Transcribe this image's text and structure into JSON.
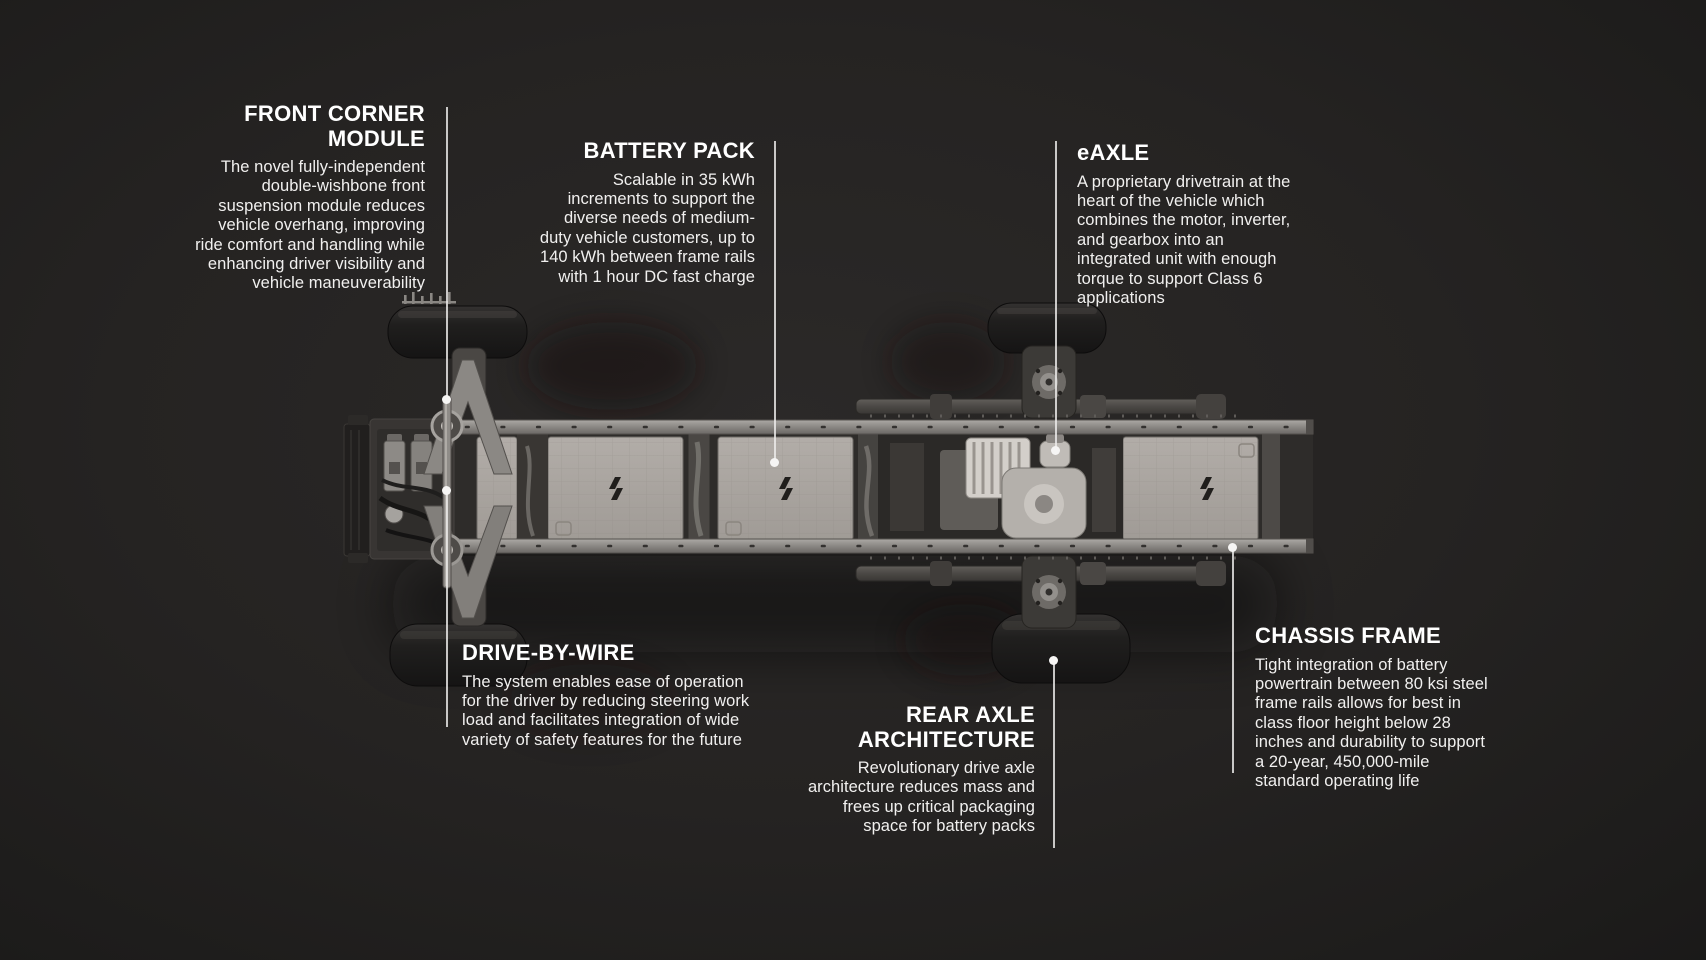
{
  "colors": {
    "background": "#242221",
    "heading_text": "#ffffff",
    "body_text": "#f1f0ef",
    "leader_line": "#eeedec",
    "frame_gray": "#8e8b87",
    "battery_pack_gray": "#a9a49f",
    "tire_black": "#1d1b1a"
  },
  "icons": {
    "pack_logo": "flame-brand-icon"
  },
  "callouts": {
    "front_corner_module": {
      "heading": "FRONT CORNER\nMODULE",
      "body": "The novel fully-independent\ndouble-wishbone front\nsuspension module reduces\nvehicle overhang,  improving\nride comfort and handling while\nenhancing driver visibility and\nvehicle maneuverability"
    },
    "battery_pack": {
      "heading": "BATTERY PACK",
      "body": "Scalable in 35 kWh\nincrements to support the\ndiverse needs of medium-\nduty vehicle customers, up to\n140 kWh between frame rails\nwith 1 hour DC fast charge"
    },
    "eaxle": {
      "heading": "eAXLE",
      "body": "A proprietary drivetrain at the\nheart of the vehicle which\ncombines the motor, inverter,\nand gearbox into an\nintegrated unit with enough\ntorque to support Class 6\napplications"
    },
    "drive_by_wire": {
      "heading": "DRIVE-BY-WIRE",
      "body": "The system enables ease of operation\nfor the driver by reducing steering work\nload and facilitates integration of wide\nvariety of safety features for the future"
    },
    "rear_axle_architecture": {
      "heading": "REAR AXLE\nARCHITECTURE",
      "body": "Revolutionary drive axle\narchitecture reduces mass and\nfrees up critical packaging\nspace for battery packs"
    },
    "chassis_frame": {
      "heading": "CHASSIS FRAME",
      "body": "Tight integration of battery\npowertrain between 80 ksi steel\nframe rails allows for best in\nclass floor height below 28\ninches and durability to support\na 20-year, 450,000-mile\nstandard operating life"
    }
  }
}
